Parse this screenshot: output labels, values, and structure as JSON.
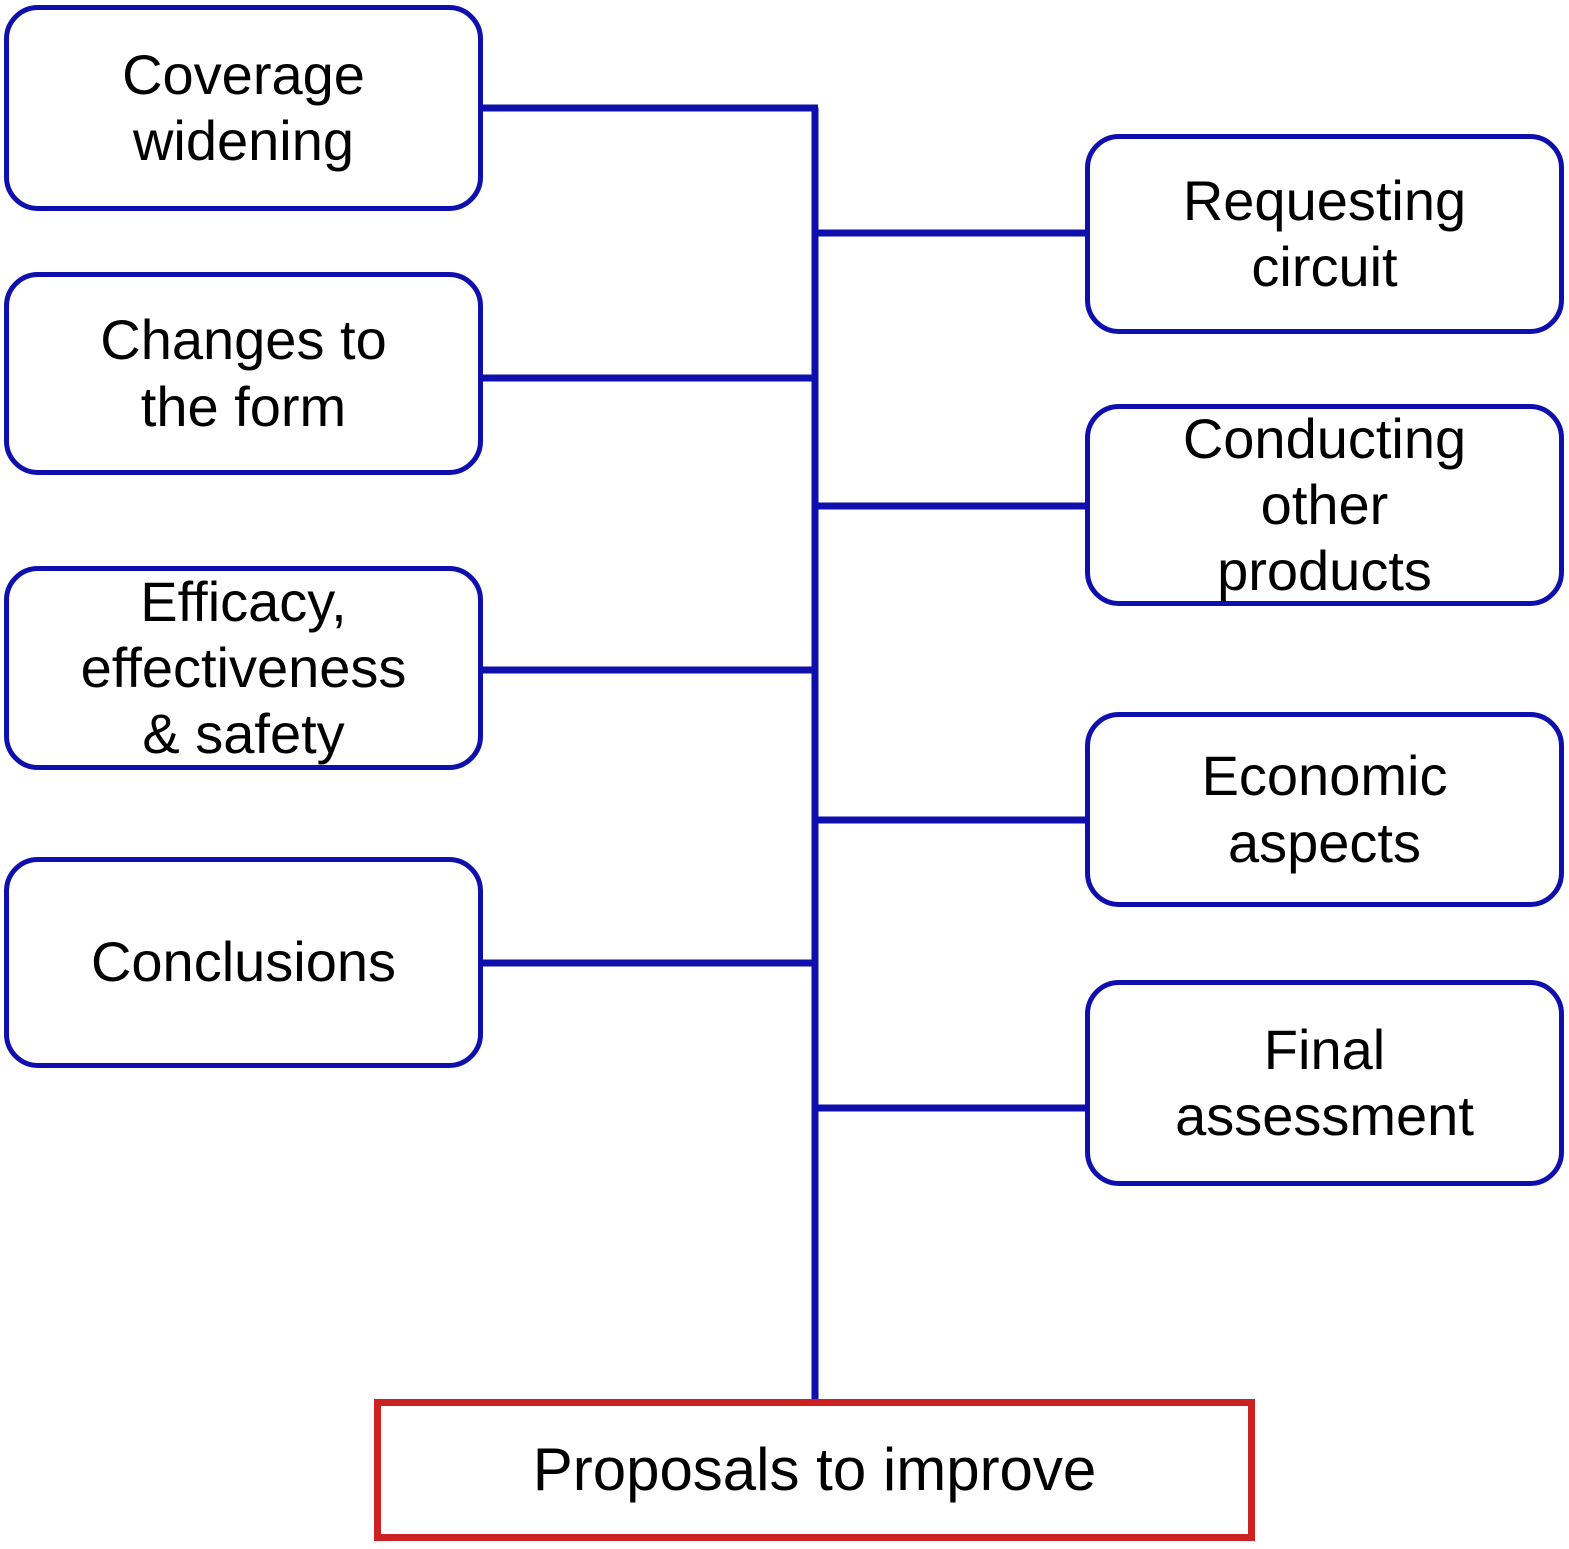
{
  "diagram": {
    "title_node": {
      "id": "proposals",
      "label": "Proposals to improve",
      "shape": "rectangle",
      "border_color": "#cc2222"
    },
    "accent_colors": {
      "branch_blue": "#0f0fae",
      "terminal_red": "#cc2222",
      "text": "#000000",
      "background": "#ffffff"
    },
    "left_branches": [
      {
        "id": "coverage",
        "label": "Coverage\nwidening"
      },
      {
        "id": "changes",
        "label": "Changes to\nthe form"
      },
      {
        "id": "efficacy",
        "label": "Efficacy,\neffectiveness\n& safety"
      },
      {
        "id": "conclusions",
        "label": "Conclusions"
      }
    ],
    "right_branches": [
      {
        "id": "requesting",
        "label": "Requesting\ncircuit"
      },
      {
        "id": "conducting",
        "label": "Conducting\nother\nproducts"
      },
      {
        "id": "economic",
        "label": "Economic\naspects"
      },
      {
        "id": "final",
        "label": "Final\nassessment"
      }
    ]
  }
}
